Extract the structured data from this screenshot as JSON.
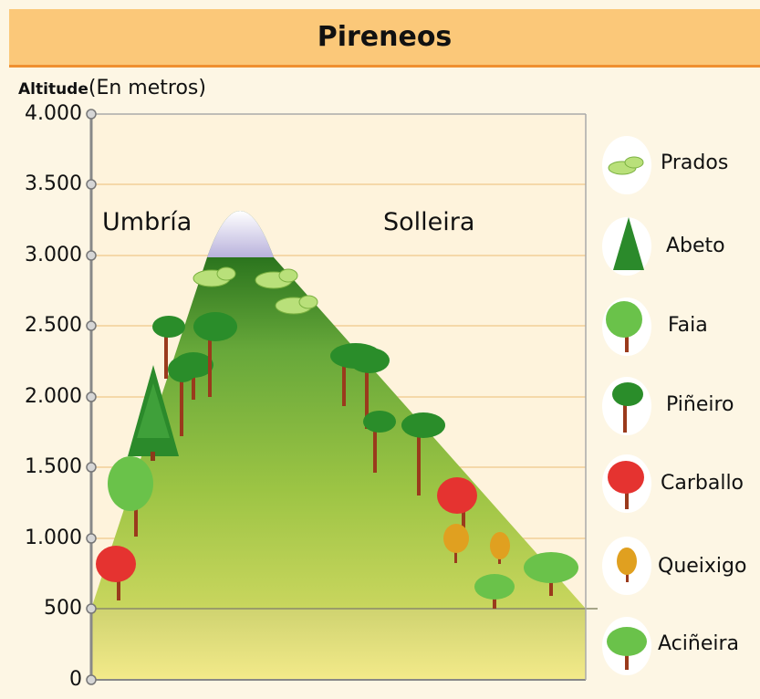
{
  "title": "Pireneos",
  "axis": {
    "label_bold": "Altitude",
    "label_unit": "(En metros)"
  },
  "ticks": [
    "4.000",
    "3.500",
    "3.000",
    "2.500",
    "2.000",
    "1.500",
    "1.000",
    "500",
    "0"
  ],
  "sides": {
    "left": "Umbría",
    "right": "Solleira"
  },
  "legend": [
    {
      "label": "Prados",
      "icon": "meadow-icon",
      "color": "#a9dc6a"
    },
    {
      "label": "Abeto",
      "icon": "fir-icon",
      "color": "#2f8a2a"
    },
    {
      "label": "Faia",
      "icon": "beech-icon",
      "color": "#5cbf3e"
    },
    {
      "label": "Piñeiro",
      "icon": "pine-icon",
      "color": "#2a8d2a"
    },
    {
      "label": "Carballo",
      "icon": "oak-icon",
      "color": "#e53330"
    },
    {
      "label": "Queixigo",
      "icon": "gall-oak-icon",
      "color": "#d89a1c"
    },
    {
      "label": "Aciñeira",
      "icon": "holm-oak-icon",
      "color": "#5cbf3e"
    }
  ],
  "colors": {
    "title_bg": "#fbc879",
    "title_border": "#f09030",
    "panel_bg": "#fdf6e4",
    "snow": "#cdc6e6"
  }
}
